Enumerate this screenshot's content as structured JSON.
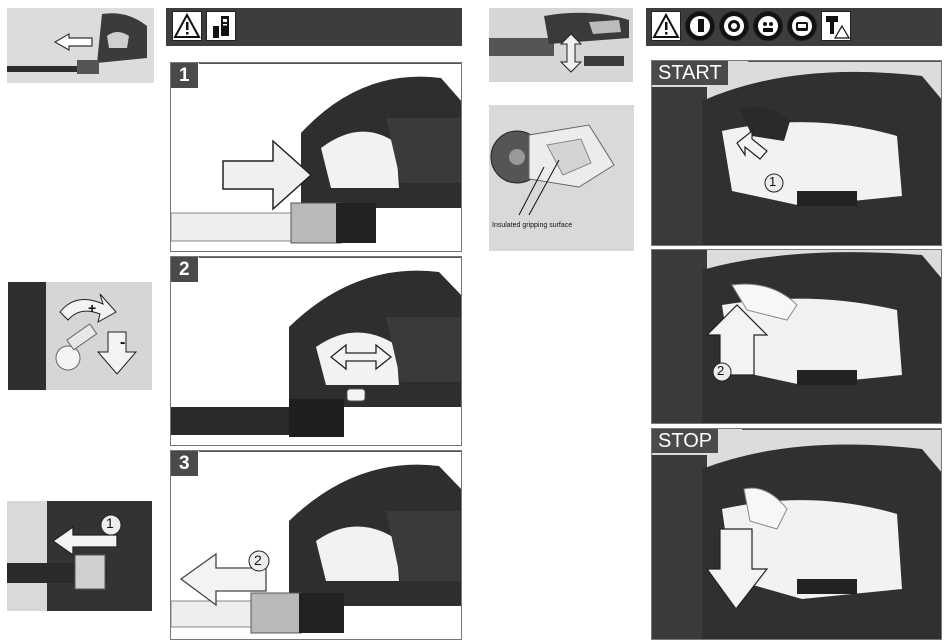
{
  "left_section": {
    "steps": [
      {
        "label": "1"
      },
      {
        "label": "2"
      },
      {
        "label": "3"
      }
    ],
    "speed_control": {
      "plus_label": "+",
      "minus_label": "-"
    },
    "callout_1": "1",
    "callout_2": "2"
  },
  "right_section": {
    "caption": "Insulated gripping surface",
    "start_label": "START",
    "stop_label": "STOP",
    "callout_1": "1",
    "callout_2": "2"
  },
  "warning_icons_left": [
    "warning-triangle-icon",
    "read-manual-icon"
  ],
  "warning_icons_right": [
    "warning-triangle-icon",
    "eye-protection-icon",
    "hearing-protection-icon",
    "dust-mask-icon",
    "face-shield-icon",
    "battery-warning-icon"
  ]
}
